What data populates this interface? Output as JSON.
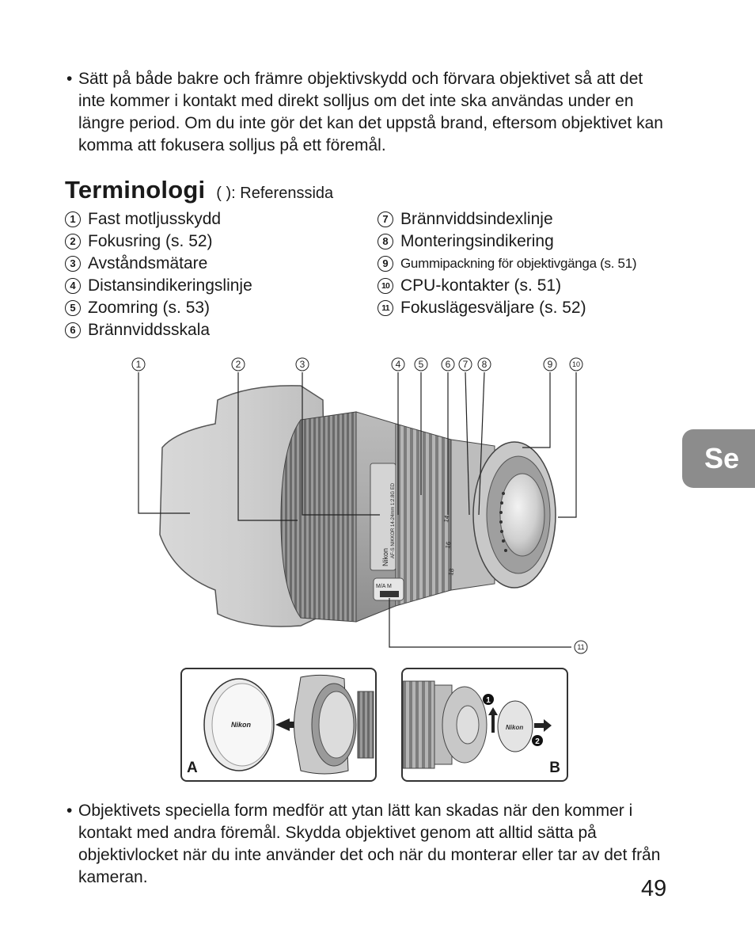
{
  "bullets": {
    "top": {
      "symbol": "•",
      "text": "Sätt på både bakre och främre objektivskydd och förvara objektivet så att det inte kommer i kontakt med direkt solljus om det inte ska användas under en längre period. Om du inte gör det kan det uppstå brand, eftersom objektivet kan komma att fokusera solljus på ett föremål."
    },
    "bottom": {
      "symbol": "•",
      "text": "Objektivets speciella form medför att ytan lätt kan skadas när den kommer i kontakt med andra föremål. Skydda objektivet genom att alltid sätta på objektivlocket när du inte använder det och när du monterar eller tar av det från kameran."
    }
  },
  "heading": {
    "title": "Terminologi",
    "subtitle": "( ): Referenssida"
  },
  "terms": [
    {
      "num": "1",
      "label": "Fast motljusskydd"
    },
    {
      "num": "2",
      "label": "Fokusring (s. 52)"
    },
    {
      "num": "3",
      "label": "Avståndsmätare"
    },
    {
      "num": "4",
      "label": "Distansindikeringslinje"
    },
    {
      "num": "5",
      "label": "Zoomring (s. 53)"
    },
    {
      "num": "6",
      "label": "Brännviddsskala"
    },
    {
      "num": "7",
      "label": "Brännviddsindexlinje"
    },
    {
      "num": "8",
      "label": "Monteringsindikering"
    },
    {
      "num": "9",
      "label": "Gummipackning för objektivgänga (s. 51)"
    },
    {
      "num": "10",
      "label": "CPU-kontakter (s. 51)"
    },
    {
      "num": "11",
      "label": "Fokuslägesväljare (s. 52)"
    }
  ],
  "figure": {
    "callouts": [
      "1",
      "2",
      "3",
      "4",
      "5",
      "6",
      "7",
      "8",
      "9",
      "10",
      "11"
    ],
    "lens_text": {
      "brand": "Nikon",
      "model": "AF-S NIKKOR 14-24mm 1:2.8G ED",
      "scale": [
        "14",
        "16",
        "18"
      ],
      "switch": "M/A   M"
    },
    "panel_a": {
      "letter": "A",
      "cap_brand": "Nikon"
    },
    "panel_b": {
      "letter": "B",
      "cap_brand": "Nikon",
      "steps": [
        "1",
        "2"
      ]
    }
  },
  "side_tab": {
    "label": "Se"
  },
  "page_number": "49"
}
